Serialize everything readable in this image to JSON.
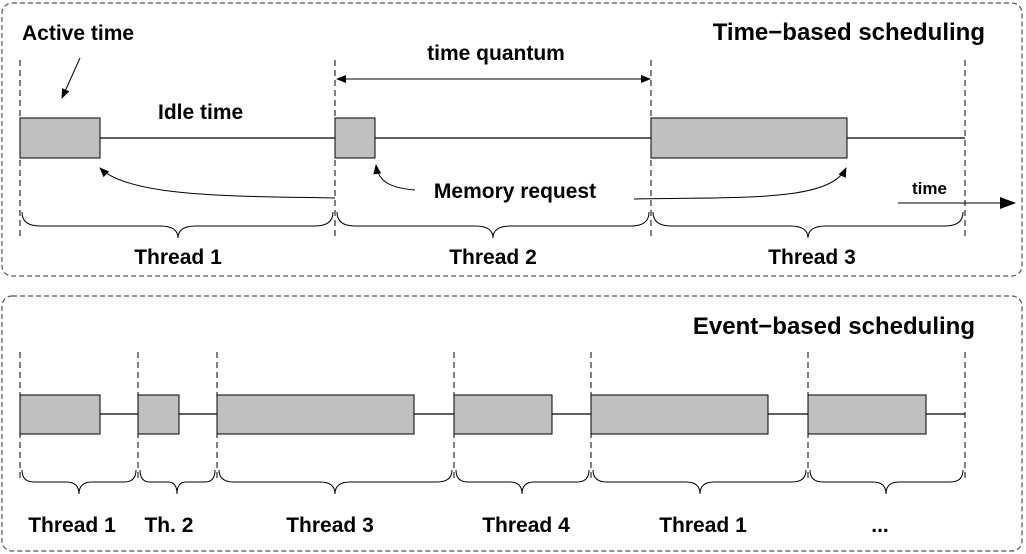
{
  "top_panel": {
    "title": "Time−based scheduling",
    "active_time_label": "Active time",
    "idle_time_label": "Idle time",
    "time_quantum_label": "time quantum",
    "memory_request_label": "Memory request",
    "time_axis_label": "time",
    "threads": [
      "Thread 1",
      "Thread 2",
      "Thread 3"
    ]
  },
  "bottom_panel": {
    "title": "Event−based scheduling",
    "threads": [
      "Thread 1",
      "Th. 2",
      "Thread 3",
      "Thread 4",
      "Thread 1",
      "..."
    ]
  },
  "colors": {
    "bar_fill": "#c0c0c0",
    "panel_border": "#555555"
  }
}
